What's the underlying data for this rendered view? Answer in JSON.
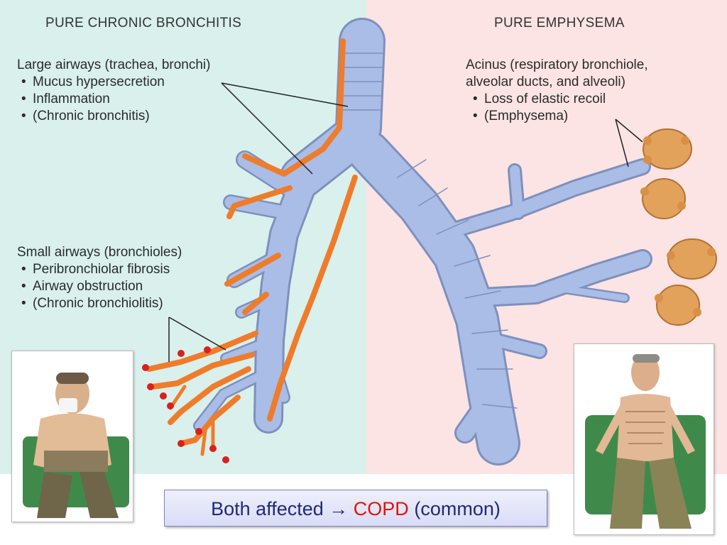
{
  "left": {
    "heading": "PURE CHRONIC BRONCHITIS",
    "large_airways": {
      "title": "Large airways (trachea, bronchi)",
      "bullets": [
        "Mucus hypersecretion",
        "Inflammation",
        "(Chronic bronchitis)"
      ]
    },
    "small_airways": {
      "title": "Small airways (bronchioles)",
      "bullets": [
        "Peribronchiolar fibrosis",
        "Airway obstruction",
        "(Chronic bronchiolitis)"
      ]
    }
  },
  "right": {
    "heading": "PURE EMPHYSEMA",
    "acinus": {
      "title_line1": "Acinus (respiratory bronchiole,",
      "title_line2": "alveolar ducts, and alveoli)",
      "bullets": [
        "Loss of elastic recoil",
        "(Emphysema)"
      ]
    }
  },
  "caption": {
    "prefix": "Both affected",
    "arrow": "→",
    "highlight": "COPD",
    "suffix": "(common)"
  },
  "colors": {
    "left_bg": "#d9f0ec",
    "right_bg": "#fbe4e3",
    "airway": "#a9bde6",
    "inflammation": "#ef7c2a",
    "mucus_dot": "#d8201d",
    "alveoli": "#e3a25c",
    "caption_text": "#1f2a7a",
    "caption_highlight": "#e3120b"
  }
}
